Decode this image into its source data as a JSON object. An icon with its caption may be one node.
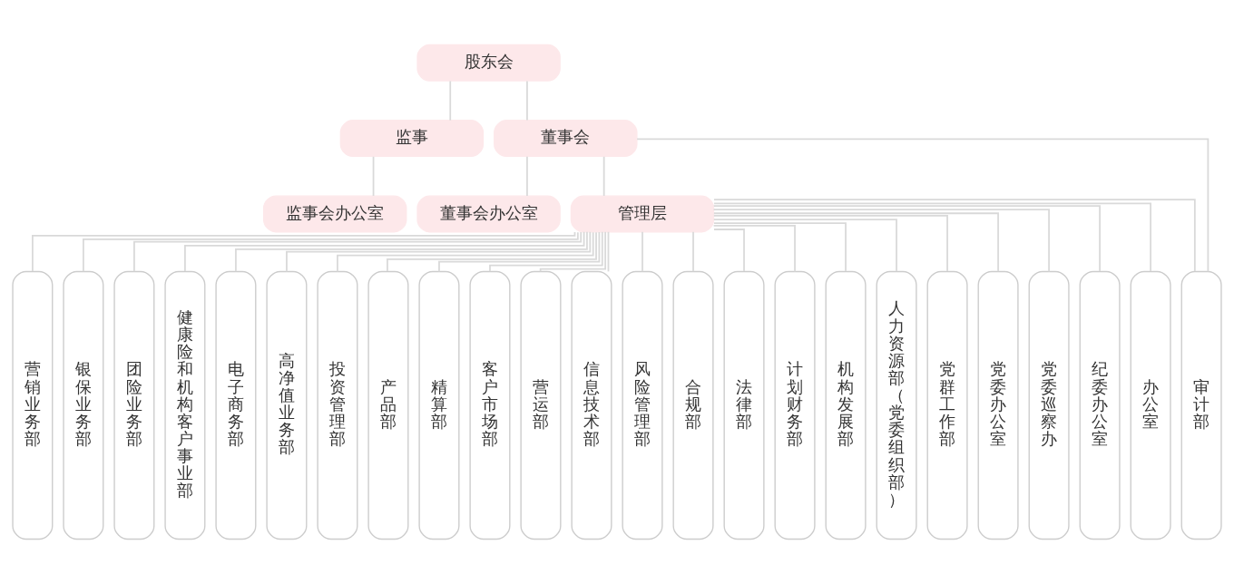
{
  "diagram": {
    "nodes": [
      {
        "text": [
          "股东会"
        ]
      },
      {
        "text": [
          "监事"
        ]
      },
      {
        "text": [
          "董事会"
        ]
      },
      {
        "text": [
          "监事会办公室"
        ]
      },
      {
        "text": [
          "董事会办公室"
        ]
      },
      {
        "text": [
          "管理层"
        ]
      },
      {
        "text": [
          "营销业务部"
        ]
      },
      {
        "text": [
          "银保业务部"
        ]
      },
      {
        "text": [
          "团险业务部"
        ]
      },
      {
        "text": [
          "健康险和机构客户事业部"
        ]
      },
      {
        "text": [
          "电子商务部"
        ]
      },
      {
        "text": [
          "高净值业务部"
        ]
      },
      {
        "text": [
          "投资管理部"
        ]
      },
      {
        "text": [
          "产品部"
        ]
      },
      {
        "text": [
          "精算部"
        ]
      },
      {
        "text": [
          "客户市场部"
        ]
      },
      {
        "text": [
          "营运部"
        ]
      },
      {
        "text": [
          "信息技术部"
        ]
      },
      {
        "text": [
          "风险管理部"
        ]
      },
      {
        "text": [
          "合规部"
        ]
      },
      {
        "text": [
          "法律部"
        ]
      },
      {
        "text": [
          "计划财务部"
        ]
      },
      {
        "text": [
          "机构发展部"
        ]
      },
      {
        "text": [
          "人力资源部（党委组织部）"
        ]
      },
      {
        "text": [
          "党群工作部"
        ]
      },
      {
        "text": [
          "党委办公室"
        ]
      },
      {
        "text": [
          "党委巡察办"
        ]
      },
      {
        "text": [
          "纪委办公室"
        ]
      },
      {
        "text": [
          "办公室"
        ]
      },
      {
        "text": [
          "审计部"
        ]
      }
    ],
    "edges": [
      {
        "from": 0,
        "to": 1,
        "arrow": "none"
      },
      {
        "from": 0,
        "to": 2,
        "arrow": "none"
      },
      {
        "from": 1,
        "to": 3,
        "arrow": "none"
      },
      {
        "from": 2,
        "to": 29,
        "arrow": "none"
      },
      {
        "from": 2,
        "to": 4,
        "arrow": "none"
      },
      {
        "from": 2,
        "to": 5,
        "arrow": "none"
      },
      {
        "from": 5,
        "to": 6,
        "arrow": "none"
      },
      {
        "from": 5,
        "to": 7,
        "arrow": "none"
      },
      {
        "from": 5,
        "to": 8,
        "arrow": "none"
      },
      {
        "from": 5,
        "to": 9,
        "arrow": "none"
      },
      {
        "from": 5,
        "to": 10,
        "arrow": "none"
      },
      {
        "from": 5,
        "to": 11,
        "arrow": "none"
      },
      {
        "from": 5,
        "to": 12,
        "arrow": "none"
      },
      {
        "from": 5,
        "to": 13,
        "arrow": "none"
      },
      {
        "from": 5,
        "to": 14,
        "arrow": "none"
      },
      {
        "from": 5,
        "to": 15,
        "arrow": "none"
      },
      {
        "from": 5,
        "to": 16,
        "arrow": "none"
      },
      {
        "from": 5,
        "to": 17,
        "arrow": "none"
      },
      {
        "from": 5,
        "to": 18,
        "arrow": "none"
      },
      {
        "from": 5,
        "to": 19,
        "arrow": "none"
      },
      {
        "from": 5,
        "to": 20,
        "arrow": "none"
      },
      {
        "from": 5,
        "to": 21,
        "arrow": "none"
      },
      {
        "from": 5,
        "to": 22,
        "arrow": "none"
      },
      {
        "from": 5,
        "to": 23,
        "arrow": "none"
      },
      {
        "from": 5,
        "to": 24,
        "arrow": "none"
      },
      {
        "from": 5,
        "to": 25,
        "arrow": "none"
      },
      {
        "from": 5,
        "to": 26,
        "arrow": "none"
      },
      {
        "from": 5,
        "to": 27,
        "arrow": "none"
      },
      {
        "from": 5,
        "to": 28,
        "arrow": "none"
      },
      {
        "from": 5,
        "to": 29,
        "arrow": "none"
      }
    ]
  }
}
